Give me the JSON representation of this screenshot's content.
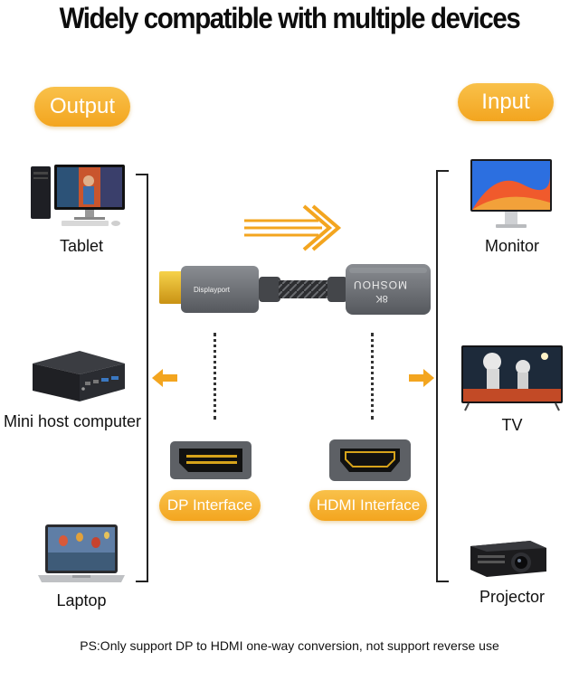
{
  "heading": "Widely compatible with multiple devices",
  "output_label": "Output",
  "input_label": "Input",
  "devices_left": {
    "tablet": "Tablet",
    "mini_host": "Mini host computer",
    "laptop": "Laptop"
  },
  "devices_right": {
    "monitor": "Monitor",
    "tv": "TV",
    "projector": "Projector"
  },
  "adapter": {
    "dp_brand": "Displayport",
    "hdmi_brand": "MOSHOU",
    "hdmi_res": "8K"
  },
  "interfaces": {
    "dp": "DP Interface",
    "hdmi": "HDMI Interface"
  },
  "footnote": "PS:Only support DP to HDMI one-way conversion, not support reverse use",
  "colors": {
    "accent": "#f3a51f",
    "accent_light": "#f9c14a",
    "connector_gray": "#6f7276",
    "gold": "#e8b420"
  }
}
